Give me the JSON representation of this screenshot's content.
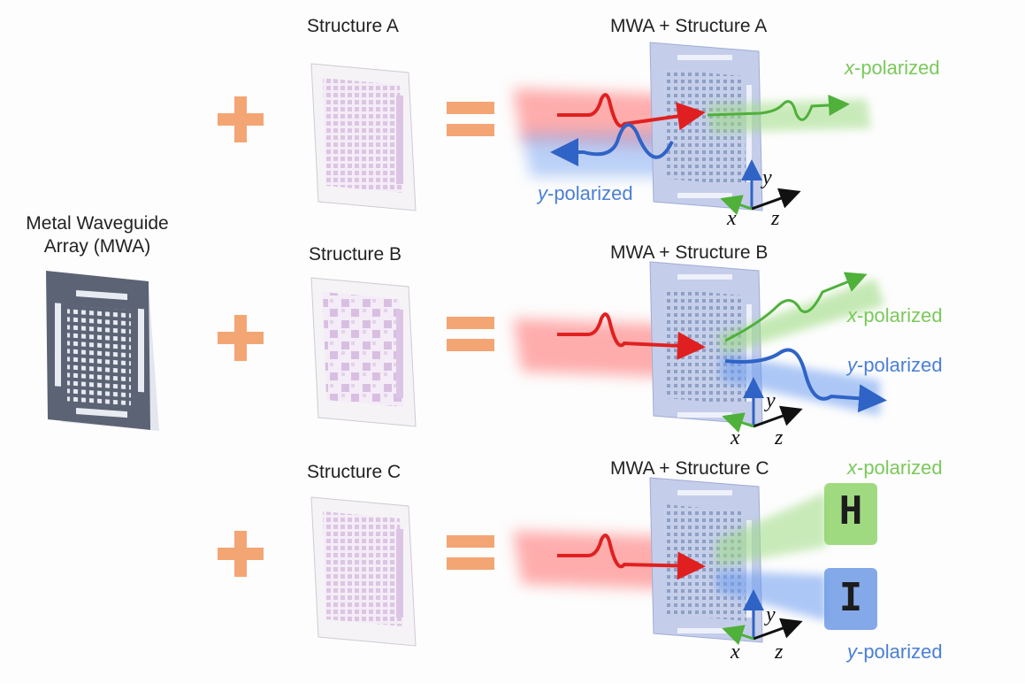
{
  "mwa_label": {
    "line1": "Metal Waveguide",
    "line2": "Array (MWA)"
  },
  "rows": [
    {
      "structure_label": "Structure A",
      "combo_label": "MWA + Structure A",
      "outputs": [
        {
          "prefix": "x",
          "text": "-polarized",
          "color": "#7ac95a"
        },
        {
          "prefix": "y",
          "text": "-polarized",
          "color": "#4a7fd6"
        }
      ]
    },
    {
      "structure_label": "Structure B",
      "combo_label": "MWA + Structure B",
      "outputs": [
        {
          "prefix": "x",
          "text": "-polarized",
          "color": "#7ac95a"
        },
        {
          "prefix": "y",
          "text": "-polarized",
          "color": "#4a7fd6"
        }
      ]
    },
    {
      "structure_label": "Structure C",
      "combo_label": "MWA + Structure C",
      "outputs": [
        {
          "prefix": "x",
          "text": "-polarized",
          "color": "#7ac95a"
        },
        {
          "prefix": "y",
          "text": "-polarized",
          "color": "#4a7fd6"
        }
      ],
      "images": [
        "H",
        "I"
      ]
    }
  ],
  "axes": {
    "x": "x",
    "y": "y",
    "z": "z"
  },
  "colors": {
    "plus_equals": "#f4a574",
    "input_beam": "#e53030",
    "x_beam": "#7ac95a",
    "y_beam": "#4a7fd6",
    "mwa_plate": "#5b6375",
    "structure": "#e6d3ec",
    "combo_plate": "#b8c4e6"
  }
}
